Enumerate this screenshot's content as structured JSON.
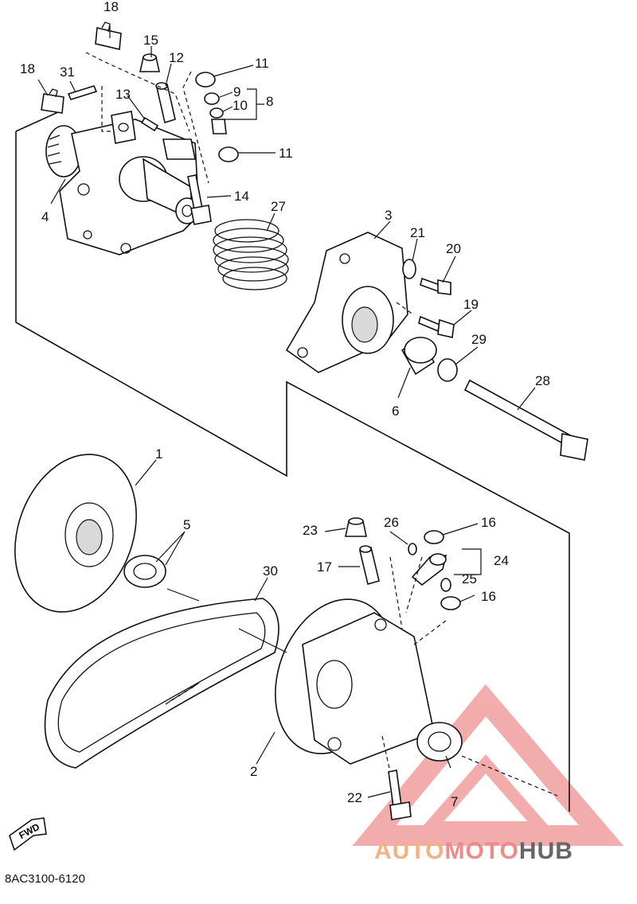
{
  "diagram": {
    "callouts": [
      {
        "id": "18a",
        "label": "18"
      },
      {
        "id": "15",
        "label": "15"
      },
      {
        "id": "12",
        "label": "12"
      },
      {
        "id": "11a",
        "label": "11"
      },
      {
        "id": "18b",
        "label": "18"
      },
      {
        "id": "31",
        "label": "31"
      },
      {
        "id": "13",
        "label": "13"
      },
      {
        "id": "9",
        "label": "9"
      },
      {
        "id": "10",
        "label": "10"
      },
      {
        "id": "8",
        "label": "8"
      },
      {
        "id": "11b",
        "label": "11"
      },
      {
        "id": "14",
        "label": "14"
      },
      {
        "id": "4",
        "label": "4"
      },
      {
        "id": "27",
        "label": "27"
      },
      {
        "id": "3",
        "label": "3"
      },
      {
        "id": "21",
        "label": "21"
      },
      {
        "id": "20",
        "label": "20"
      },
      {
        "id": "19",
        "label": "19"
      },
      {
        "id": "29",
        "label": "29"
      },
      {
        "id": "6",
        "label": "6"
      },
      {
        "id": "28",
        "label": "28"
      },
      {
        "id": "1",
        "label": "1"
      },
      {
        "id": "5",
        "label": "5"
      },
      {
        "id": "30",
        "label": "30"
      },
      {
        "id": "23",
        "label": "23"
      },
      {
        "id": "26",
        "label": "26"
      },
      {
        "id": "16a",
        "label": "16"
      },
      {
        "id": "17",
        "label": "17"
      },
      {
        "id": "24",
        "label": "24"
      },
      {
        "id": "25",
        "label": "25"
      },
      {
        "id": "16b",
        "label": "16"
      },
      {
        "id": "2",
        "label": "2"
      },
      {
        "id": "22",
        "label": "22"
      },
      {
        "id": "7",
        "label": "7"
      }
    ],
    "fwd_label": "FWD",
    "part_code": "8AC3100-6120"
  },
  "watermark": {
    "part1": "AUTO",
    "part2": "MOTO",
    "part3": "HUB",
    "color_a": "#f4b183",
    "color_b": "#f08a8a",
    "color_c": "#666666"
  }
}
